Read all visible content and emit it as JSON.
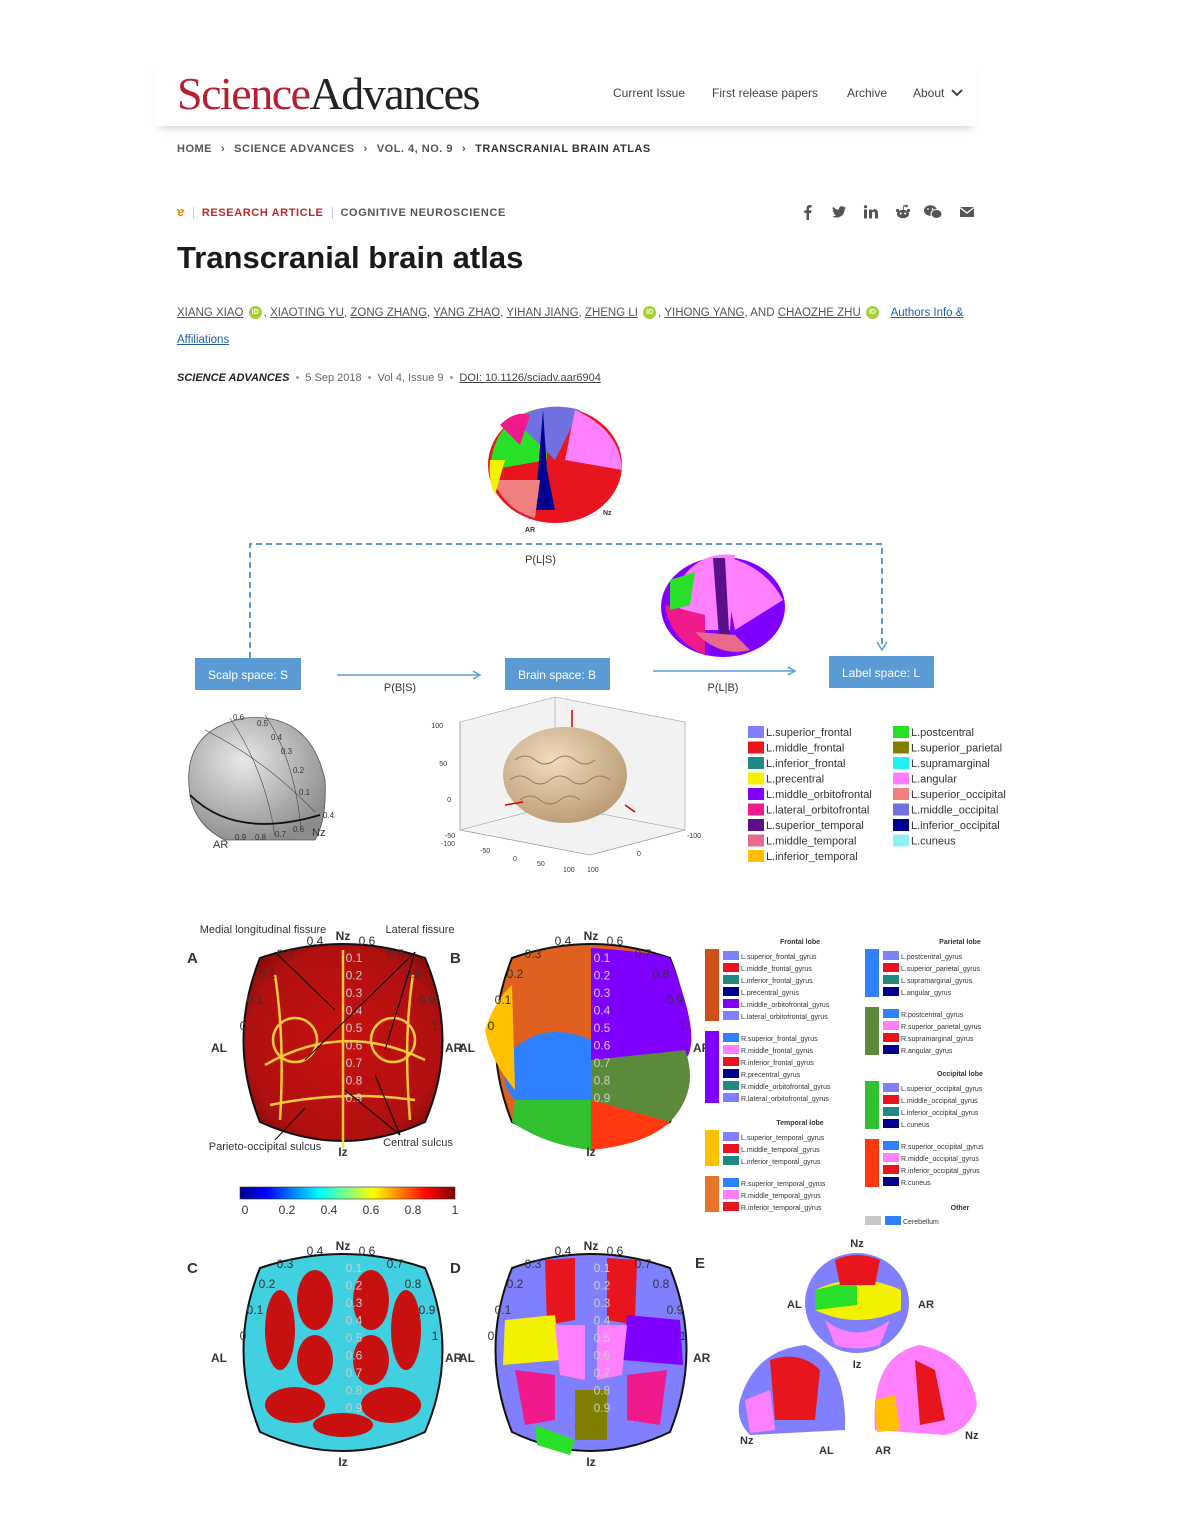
{
  "journal_logo": {
    "part1": "Science",
    "part2": "Advances"
  },
  "nav": {
    "items": [
      "Current Issue",
      "First release papers",
      "Archive",
      "About"
    ]
  },
  "breadcrumb": [
    "HOME",
    "SCIENCE ADVANCES",
    "VOL. 4, NO. 9",
    "TRANSCRANIAL BRAIN ATLAS"
  ],
  "article": {
    "type": "RESEARCH ARTICLE",
    "subject": "COGNITIVE NEUROSCIENCE",
    "title": "Transcranial brain atlas",
    "authors": [
      "XIANG XIAO",
      "XIAOTING YU",
      "ZONG ZHANG",
      "YANG ZHAO",
      "YIHAN JIANG",
      "ZHENG LI",
      "YIHONG YANG",
      "CHAOZHE ZHU"
    ],
    "and_text": "AND",
    "affiliations_label": "Authors Info & Affiliations",
    "journal": "SCIENCE ADVANCES",
    "date": "5 Sep 2018",
    "volume": "Vol 4, Issue 9",
    "doi": "DOI: 10.1126/sciadv.aar6904"
  },
  "share_icons": [
    "facebook-icon",
    "twitter-icon",
    "linkedin-icon",
    "reddit-icon",
    "wechat-icon",
    "email-icon"
  ],
  "colors": {
    "brand_red": "#b7202e",
    "link_blue": "#1f5fa8",
    "orcid_green": "#a6ce39",
    "box_blue": "#5b9bd5"
  },
  "figure": {
    "top": {
      "p_ls": "P(L|S)",
      "p_bs": "P(B|S)",
      "p_lb": "P(L|B)",
      "scalp_box": "Scalp space: S",
      "brain_box": "Brain space: B",
      "label_box": "Label space: L",
      "ar": "AR",
      "nz": "Nz",
      "scalp_ticks_top": [
        "0.6",
        "0.5",
        "0.4",
        "0.3",
        "0.2",
        "0.1",
        "0.4"
      ],
      "scalp_ticks_bottom": [
        "0.9",
        "0.8",
        "0.7",
        "0.6"
      ],
      "axis_y": [
        "100",
        "50",
        "0",
        "-50",
        "-100"
      ],
      "axis_x1": [
        "-50",
        "0",
        "50",
        "100"
      ],
      "axis_x2": [
        "100",
        "0",
        "-100"
      ],
      "legend_left": [
        {
          "label": "L.superior_frontal",
          "color": "#8080ff"
        },
        {
          "label": "L.middle_frontal",
          "color": "#e8141e"
        },
        {
          "label": "L.inferior_frontal",
          "color": "#1f8a80"
        },
        {
          "label": "L.precentral",
          "color": "#f2f200"
        },
        {
          "label": "L.middle_orbitofrontal",
          "color": "#8000ff"
        },
        {
          "label": "L.lateral_orbitofrontal",
          "color": "#f01a8c"
        },
        {
          "label": "L.superior_temporal",
          "color": "#5a108a"
        },
        {
          "label": "L.middle_temporal",
          "color": "#e86a8a"
        },
        {
          "label": "L.inferior_temporal",
          "color": "#ffc000"
        }
      ],
      "legend_right": [
        {
          "label": "L.postcentral",
          "color": "#28e028"
        },
        {
          "label": "L.superior_parietal",
          "color": "#808000"
        },
        {
          "label": "L.supramarginal",
          "color": "#20f0f0"
        },
        {
          "label": "L.angular",
          "color": "#ff80ff"
        },
        {
          "label": "L.superior_occipital",
          "color": "#f08080"
        },
        {
          "label": "L.middle_occipital",
          "color": "#7070e0"
        },
        {
          "label": "L.inferior_occipital",
          "color": "#000090"
        },
        {
          "label": "L.cuneus",
          "color": "#90f0f0"
        }
      ]
    },
    "panels": {
      "A": "A",
      "B": "B",
      "C": "C",
      "D": "D",
      "E": "E",
      "nz": "Nz",
      "iz": "Iz",
      "al": "AL",
      "ar": "AR",
      "rim_left": [
        "0.4",
        "0.3",
        "0.2",
        "0.1",
        "0"
      ],
      "rim_right": [
        "0.6",
        "0.7",
        "0.8",
        "0.9",
        "1"
      ],
      "mid_ticks": [
        "0.1",
        "0.2",
        "0.3",
        "0.4",
        "0.5",
        "0.6",
        "0.7",
        "0.8",
        "0.9"
      ],
      "annot_medial": "Medial longitudinal fissure",
      "annot_lateral": "Lateral fissure",
      "annot_parieto": "Parieto-occipital sulcus",
      "annot_central": "Central sulcus",
      "colorbar_ticks": [
        "0",
        "0.2",
        "0.4",
        "0.6",
        "0.8",
        "1"
      ]
    },
    "legend2": {
      "frontal": {
        "title": "Frontal lobe",
        "left": [
          "L.superior_frontal_gyrus",
          "L.middle_frontal_gyrus",
          "L.inferior_frontal_gyrus",
          "L.precentral_gyrus",
          "L.middle_orbitofrontal_gyrus",
          "L.lateral_orbitofrontal_gyrus"
        ],
        "right": [
          "R.superior_frontal_gyrus",
          "R.middle_frontal_gyrus",
          "R.inferior_frontal_gyrus",
          "R.precentral_gyrus",
          "R.middle_orbitofrontal_gyrus",
          "R.lateral_orbitofrontal_gyrus"
        ]
      },
      "temporal": {
        "title": "Temporal lobe",
        "left": [
          "L.superior_temporal_gyrus",
          "L.middle_temporal_gyrus",
          "L.inferior_temporal_gyrus"
        ],
        "right": [
          "R.superior_temporal_gyrus",
          "R.middle_temporal_gyrus",
          "R.inferior_temporal_gyrus"
        ]
      },
      "parietal": {
        "title": "Parietal lobe",
        "left": [
          "L.postcentral_gyrus",
          "L.superior_parietal_gyrus",
          "L.supramarginal_gyrus",
          "L.angular_gyrus"
        ],
        "right": [
          "R.postcentral_gyrus",
          "R.superior_parietal_gyrus",
          "R.supramarginal_gyrus",
          "R.angular_gyrus"
        ]
      },
      "occipital": {
        "title": "Occipital lobe",
        "left": [
          "L.superior_occipital_gyrus",
          "L.middle_occipital_gyrus",
          "L.inferior_occipital_gyrus",
          "L.cuneus"
        ],
        "right": [
          "R.superior_occipital_gyrus",
          "R.middle_occipital_gyrus",
          "R.inferior_occipital_gyrus",
          "R.cuneus"
        ]
      },
      "other": {
        "title": "Other",
        "items": [
          "Cerebellum"
        ]
      }
    }
  }
}
